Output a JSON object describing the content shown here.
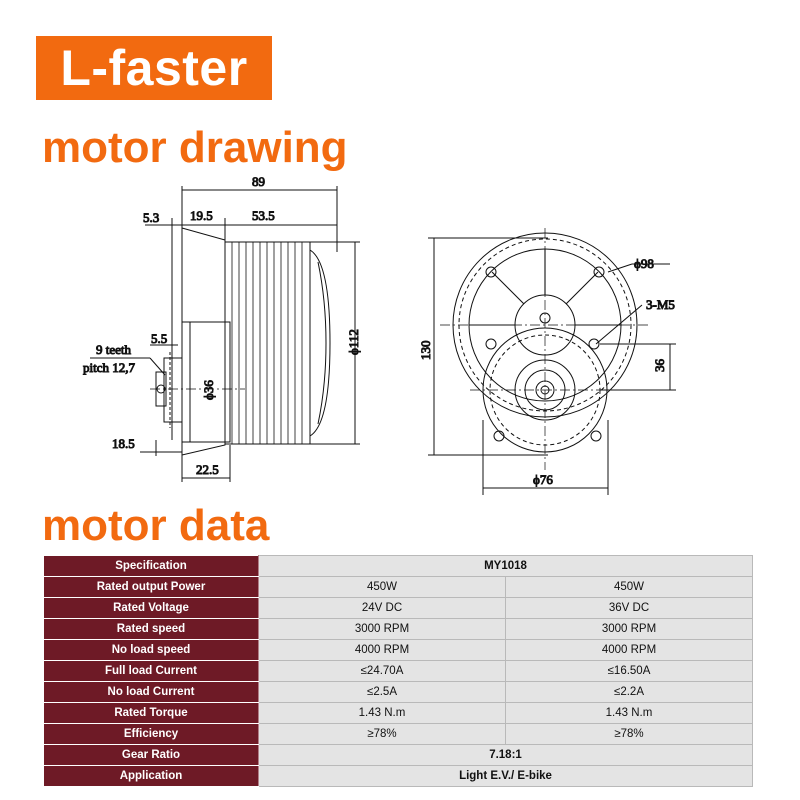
{
  "brand": "L-faster",
  "headings": {
    "drawing": "motor drawing",
    "data": "motor data"
  },
  "drawing": {
    "side": {
      "d89": "89",
      "d5_3": "5.3",
      "d19_5": "19.5",
      "d53_5": "53.5",
      "d5_5": "5.5",
      "teeth": "9 teeth",
      "pitch": "pitch 12,7",
      "d36": "ϕ36",
      "d112": "ϕ112",
      "d18_5": "18.5",
      "d22_5": "22.5"
    },
    "front": {
      "d98": "ϕ98",
      "m5": "3-M5",
      "d130": "130",
      "d36": "36",
      "d76": "ϕ76"
    }
  },
  "table": {
    "header": {
      "label": "Specification",
      "value": "MY1018"
    },
    "rows": [
      {
        "label": "Rated output Power",
        "v1": "450W",
        "v2": "450W"
      },
      {
        "label": "Rated Voltage",
        "v1": "24V DC",
        "v2": "36V DC"
      },
      {
        "label": "Rated speed",
        "v1": "3000 RPM",
        "v2": "3000 RPM"
      },
      {
        "label": "No load speed",
        "v1": "4000 RPM",
        "v2": "4000 RPM"
      },
      {
        "label": "Full load Current",
        "v1": "≤24.70A",
        "v2": "≤16.50A"
      },
      {
        "label": "No load Current",
        "v1": "≤2.5A",
        "v2": "≤2.2A"
      },
      {
        "label": "Rated Torque",
        "v1": "1.43 N.m",
        "v2": "1.43 N.m"
      },
      {
        "label": "Efficiency",
        "v1": "≥78%",
        "v2": "≥78%"
      }
    ],
    "gear": {
      "label": "Gear Ratio",
      "value": "7.18:1"
    },
    "application": {
      "label": "Application",
      "value": "Light E.V./ E-bike"
    }
  }
}
